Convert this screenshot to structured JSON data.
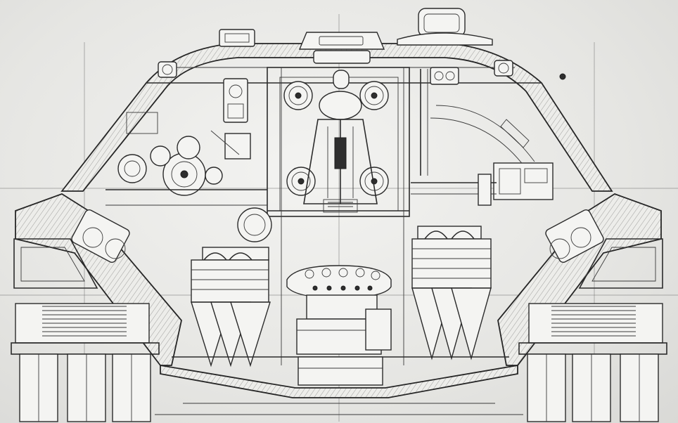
{
  "drawing": {
    "paper_color": "#e9e9e6",
    "ink_color": "#2b2b2b",
    "components": [
      "commander-cupola",
      "hull-roof-armor",
      "turret-ring",
      "gun-breech-assembly",
      "left-ammunition-rack",
      "right-ammunition-rack",
      "instrument-panel",
      "left-track-assembly",
      "right-track-assembly",
      "hull-floor"
    ]
  }
}
